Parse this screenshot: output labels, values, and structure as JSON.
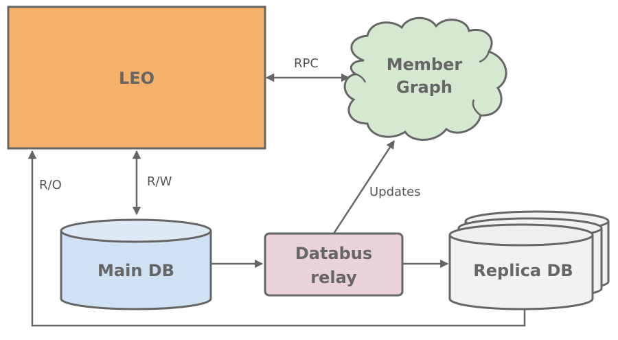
{
  "diagram": {
    "nodes": {
      "leo": {
        "label": "LEO",
        "shape": "rectangle",
        "color": "#f5b06a"
      },
      "member_graph": {
        "label_line1": "Member",
        "label_line2": "Graph",
        "shape": "cloud",
        "color": "#d5e9d1"
      },
      "main_db": {
        "label": "Main DB",
        "shape": "cylinder",
        "color": "#cfe1f2"
      },
      "databus_relay": {
        "label_line1": "Databus",
        "label_line2": "relay",
        "shape": "rounded-rectangle",
        "color": "#ead2dc"
      },
      "replica_db": {
        "label": "Replica DB",
        "shape": "stacked-cylinder",
        "color": "#f2f2f2"
      }
    },
    "edges": {
      "rpc": {
        "label": "RPC",
        "from": "LEO",
        "to": "Member Graph",
        "direction": "bidirectional"
      },
      "rw": {
        "label": "R/W",
        "from": "LEO",
        "to": "Main DB",
        "direction": "bidirectional"
      },
      "ro": {
        "label": "R/O",
        "from": "Replica DB",
        "to": "LEO",
        "direction": "one-way"
      },
      "updates": {
        "label": "Updates",
        "from": "Databus relay",
        "to": "Member Graph",
        "direction": "one-way"
      },
      "main_to_relay": {
        "label": "",
        "from": "Main DB",
        "to": "Databus relay",
        "direction": "one-way"
      },
      "relay_to_replica": {
        "label": "",
        "from": "Databus relay",
        "to": "Replica DB",
        "direction": "one-way"
      }
    },
    "stroke_color": "#666666"
  }
}
